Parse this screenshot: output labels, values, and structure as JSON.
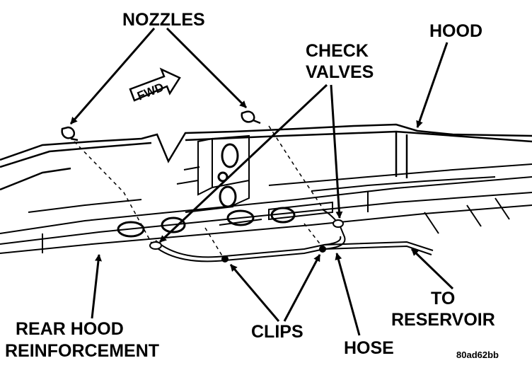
{
  "labels": {
    "nozzles": "NOZZLES",
    "hood": "HOOD",
    "check_valves_line1": "CHECK",
    "check_valves_line2": "VALVES",
    "fwd": "FWD",
    "to_reservoir_line1": "TO",
    "to_reservoir_line2": "RESERVOIR",
    "rear_hood_line1": "REAR HOOD",
    "rear_hood_line2": "REINFORCEMENT",
    "clips": "CLIPS",
    "hose": "HOSE",
    "figure_id": "80ad62bb"
  }
}
